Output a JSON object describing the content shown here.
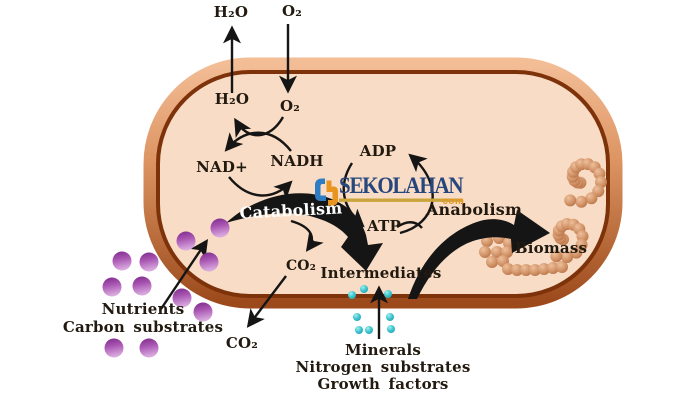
{
  "labels": {
    "h2o_top": "H₂O",
    "o2_top": "O₂",
    "h2o_inner": "H₂O",
    "o2_inner": "O₂",
    "nad": "NAD+",
    "nadh": "NADH",
    "adp": "ADP",
    "atp": "ATP",
    "catabolism": "Catabolism",
    "anabolism": "Anabolism",
    "intermediates": "Intermediates",
    "biomass": "Biomass",
    "co2_inner": "CO₂",
    "co2_outer": "CO₂",
    "nutrients": "Nutrients",
    "carbon_substrates": "Carbon substrates",
    "minerals": "Minerals",
    "nitrogen_substrates": "Nitrogen substrates",
    "growth_factors": "Growth factors"
  },
  "watermark": {
    "brand": "SEKOLAHAN",
    "tld": "com"
  },
  "colors": {
    "cell-border": "#7d3209",
    "cell-band-light": "#f3bd96",
    "cell-band-dark": "#9c4a1c",
    "cell-fill": "#f8dcc5",
    "arrow": "#151515",
    "label": "#221a10",
    "catabolism-label": "#ffffff",
    "nutrient-dot-dark": "#7c2a8a",
    "nutrient-dot-light": "#d9aade",
    "mineral-dot": "#3cc3cc",
    "biomass-sphere": "#cf8f63",
    "watermark-navy": "#26477e",
    "watermark-gold": "#c9a43c",
    "watermark-orange": "#e89420",
    "watermark-blue": "#2e7dc2"
  }
}
